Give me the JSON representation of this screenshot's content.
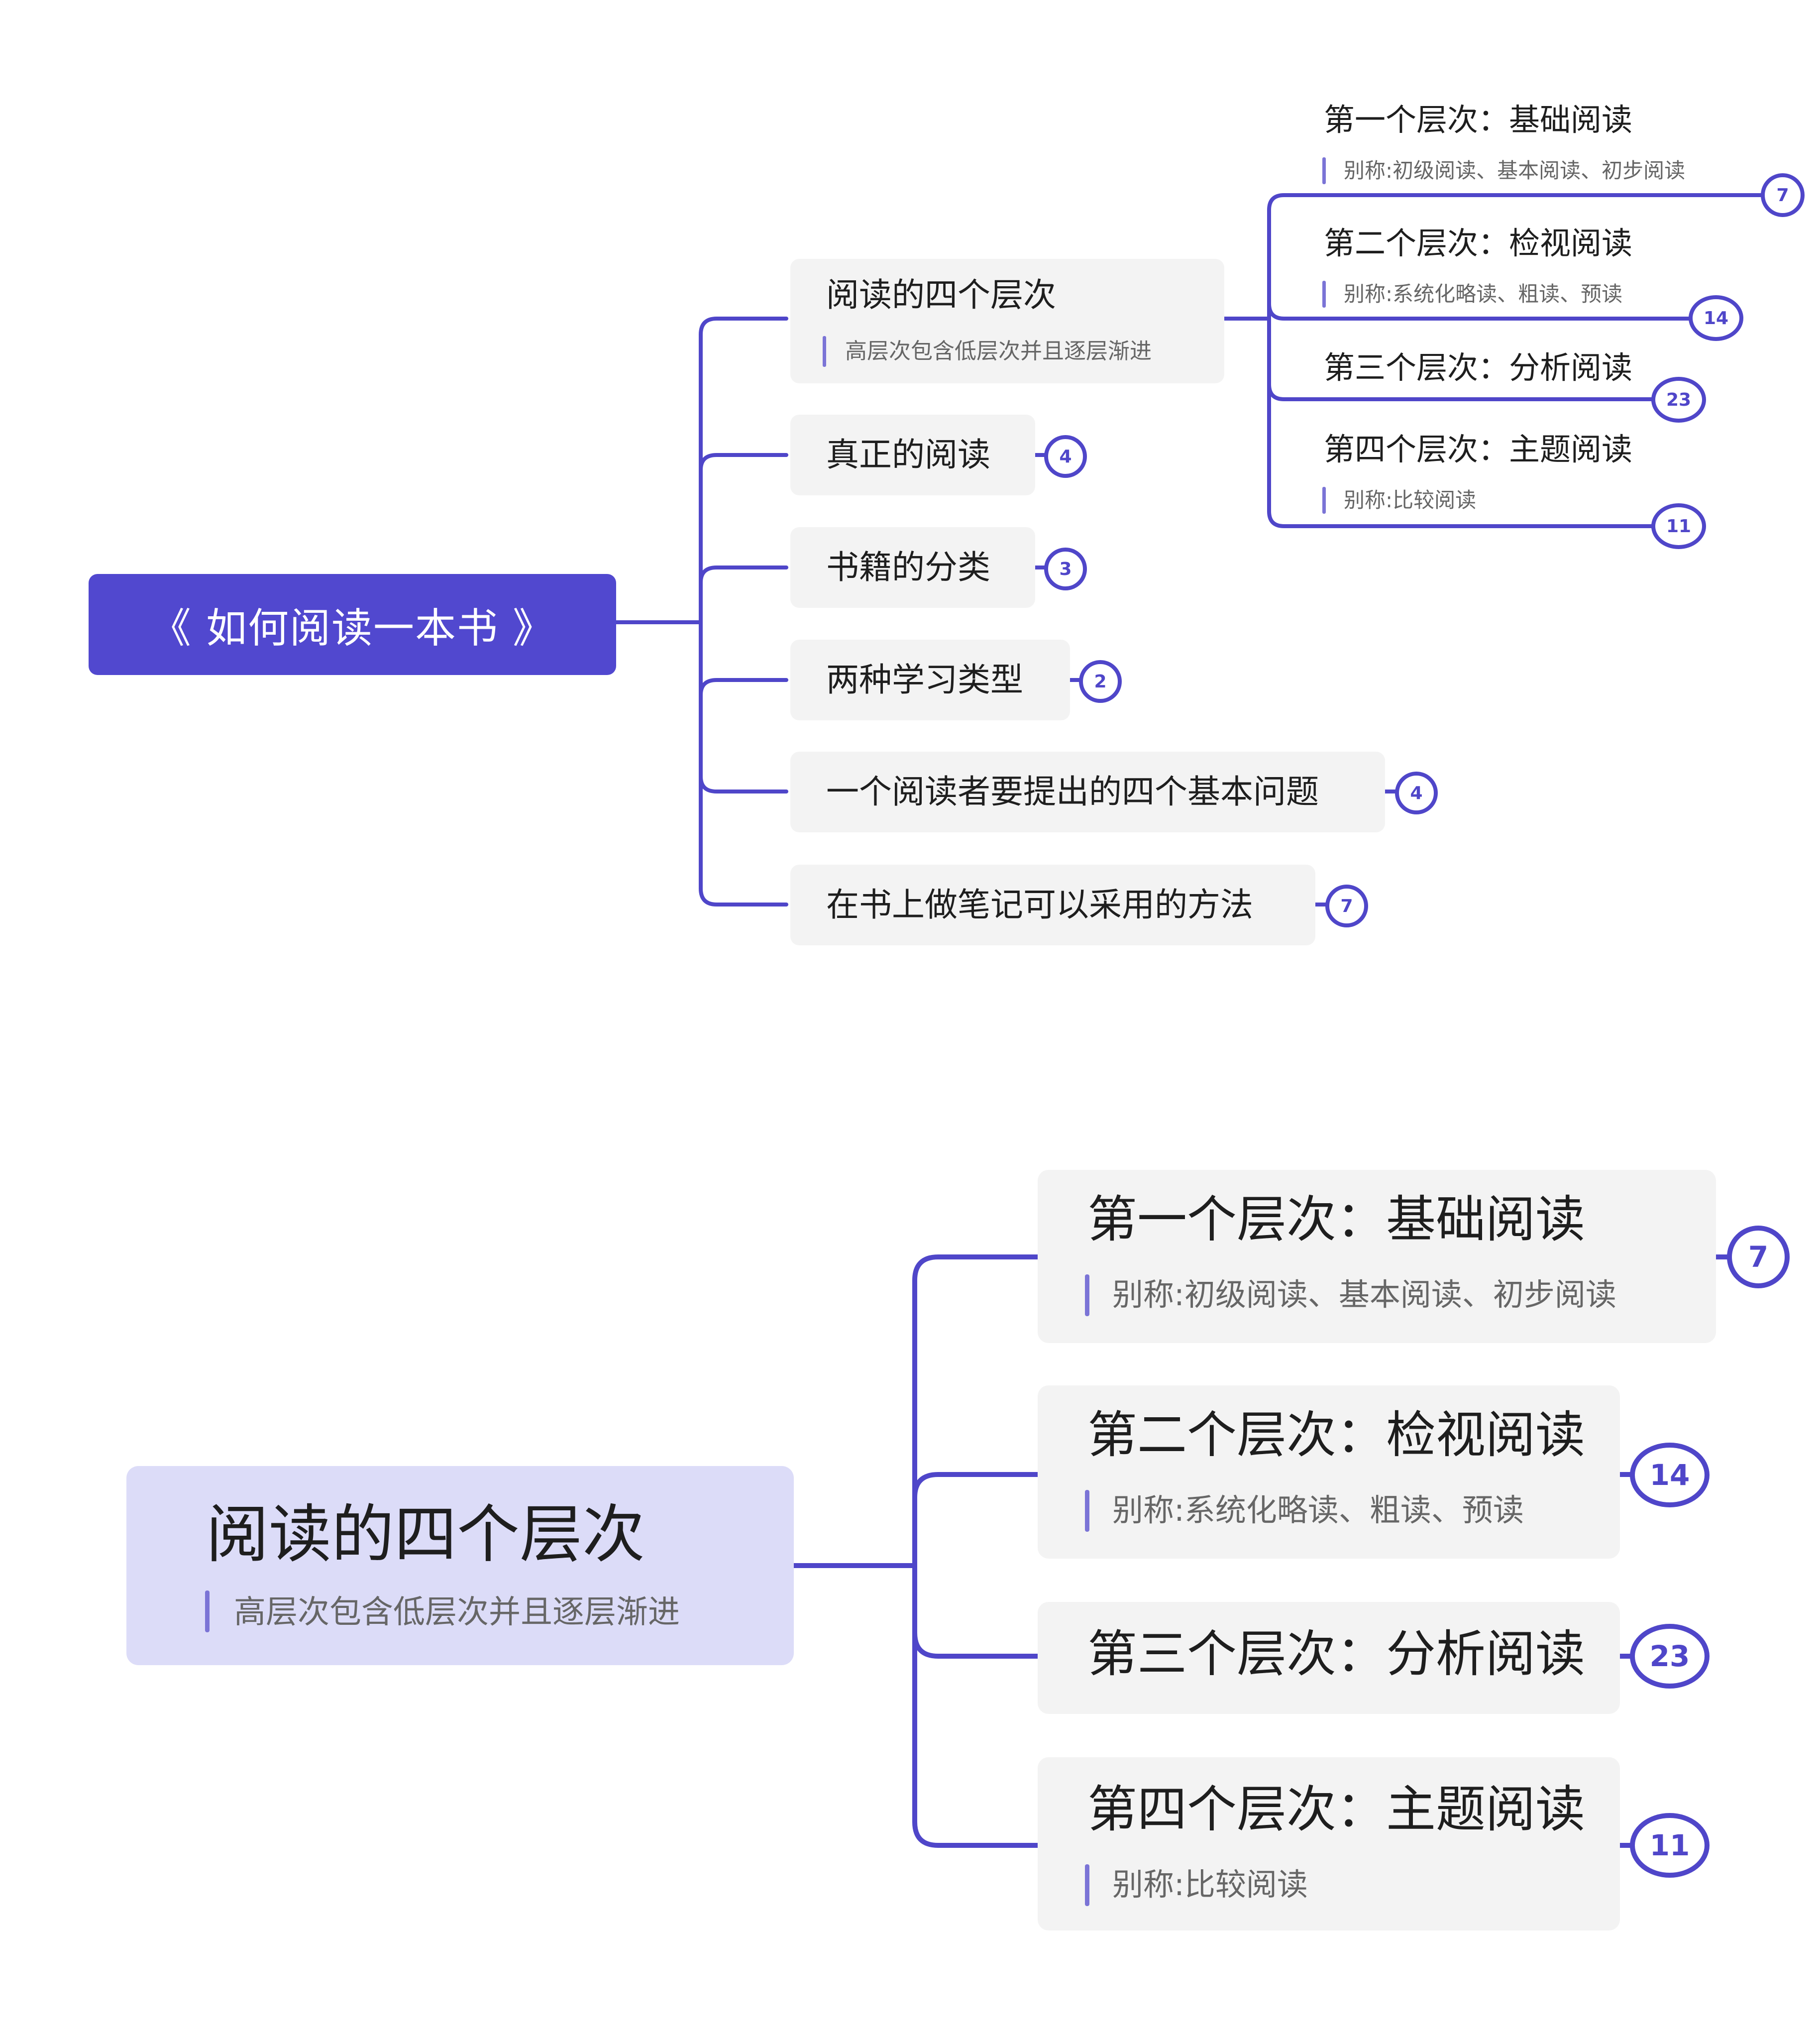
{
  "colors": {
    "accent": "#4F46C9",
    "root_fill": "#5148CF",
    "node_fill": "#f3f3f3",
    "focus_fill": "#DCDCF8",
    "note_bar": "#7B74D6"
  },
  "map1": {
    "root": "《 如何阅读一本书 》",
    "branches": [
      {
        "title": "阅读的四个层次",
        "note": "高层次包含低层次并且逐层渐进"
      },
      {
        "title": "真正的阅读",
        "count": "4"
      },
      {
        "title": "书籍的分类",
        "count": "3"
      },
      {
        "title": "两种学习类型",
        "count": "2"
      },
      {
        "title": "一个阅读者要提出的四个基本问题",
        "count": "4"
      },
      {
        "title": "在书上做笔记可以采用的方法",
        "count": "7"
      }
    ],
    "levels": [
      {
        "title": "第一个层次：基础阅读",
        "note": "别称:初级阅读、基本阅读、初步阅读",
        "count": "7"
      },
      {
        "title": "第二个层次：检视阅读",
        "note": "别称:系统化略读、粗读、预读",
        "count": "14"
      },
      {
        "title": "第三个层次：分析阅读",
        "count": "23"
      },
      {
        "title": "第四个层次：主题阅读",
        "note": "别称:比较阅读",
        "count": "11"
      }
    ]
  },
  "map2": {
    "root": {
      "title": "阅读的四个层次",
      "note": "高层次包含低层次并且逐层渐进"
    },
    "levels": [
      {
        "title": "第一个层次：基础阅读",
        "note": "别称:初级阅读、基本阅读、初步阅读",
        "count": "7"
      },
      {
        "title": "第二个层次：检视阅读",
        "note": "别称:系统化略读、粗读、预读",
        "count": "14"
      },
      {
        "title": "第三个层次：分析阅读",
        "count": "23"
      },
      {
        "title": "第四个层次：主题阅读",
        "note": "别称:比较阅读",
        "count": "11"
      }
    ]
  }
}
